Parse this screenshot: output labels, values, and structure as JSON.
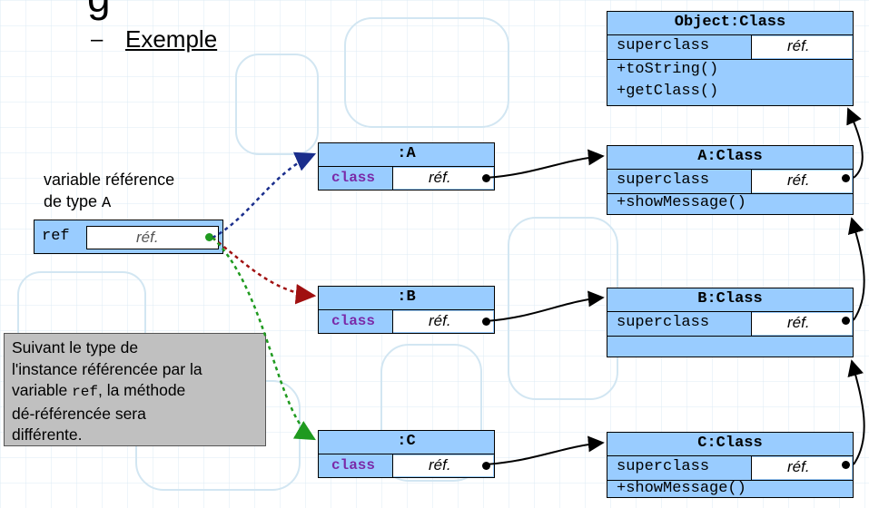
{
  "header": {
    "partial_title": "g",
    "subtitle_dash": "–",
    "subtitle": "Exemple"
  },
  "variable": {
    "label_line1": "variable référence",
    "label_line2": "de type ",
    "label_type": "A",
    "name": "ref",
    "value": "réf."
  },
  "note": {
    "line1": "Suivant le type de",
    "line2": "l'instance référencée par la",
    "line3_pre": "variable ",
    "line3_code": "ref",
    "line3_post": ", la méthode",
    "line4": "dé-référencée sera",
    "line5": "différente."
  },
  "instances": [
    {
      "title": ":A",
      "field": "class",
      "value": "réf."
    },
    {
      "title": ":B",
      "field": "class",
      "value": "réf."
    },
    {
      "title": ":C",
      "field": "class",
      "value": "réf."
    }
  ],
  "classes": {
    "object": {
      "title": "Object:Class",
      "field": "superclass",
      "value": "réf.",
      "methods": [
        "+toString()",
        "+getClass()"
      ]
    },
    "a": {
      "title": "A:Class",
      "field": "superclass",
      "value": "réf.",
      "methods": [
        "+showMessage()"
      ]
    },
    "b": {
      "title": "B:Class",
      "field": "superclass",
      "value": "réf.",
      "methods": []
    },
    "c": {
      "title": "C:Class",
      "field": "superclass",
      "value": "réf.",
      "methods": [
        "+showMessage()"
      ]
    }
  },
  "colors": {
    "box_fill": "#99ccff",
    "arrow_blue": "#1a2e8c",
    "arrow_red": "#a01010",
    "arrow_green": "#1f9a1f",
    "note_fill": "#c0c0c0",
    "class_keyword": "#7a2aa8"
  }
}
